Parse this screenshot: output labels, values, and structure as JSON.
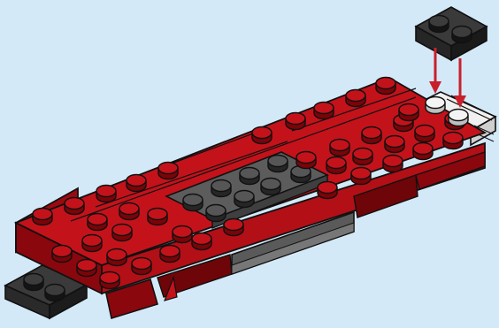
{
  "scene": {
    "kind": "building-instruction-step",
    "background": "#d4e9f8",
    "colors": {
      "red_top": "#c4121b",
      "red_side": "#9c0a10",
      "red_dark": "#6e0508",
      "grey_top": "#5c5c5c",
      "grey_side": "#3f3f3f",
      "black_top": "#3a3a3a",
      "black_side": "#1e1e1e",
      "white_top": "#f4f4f4",
      "arrow": "#c8202b",
      "outline": "#111111"
    },
    "icons": [
      "lego-chassis-assembly",
      "black-plate-1x2",
      "red-arrow-down"
    ]
  }
}
